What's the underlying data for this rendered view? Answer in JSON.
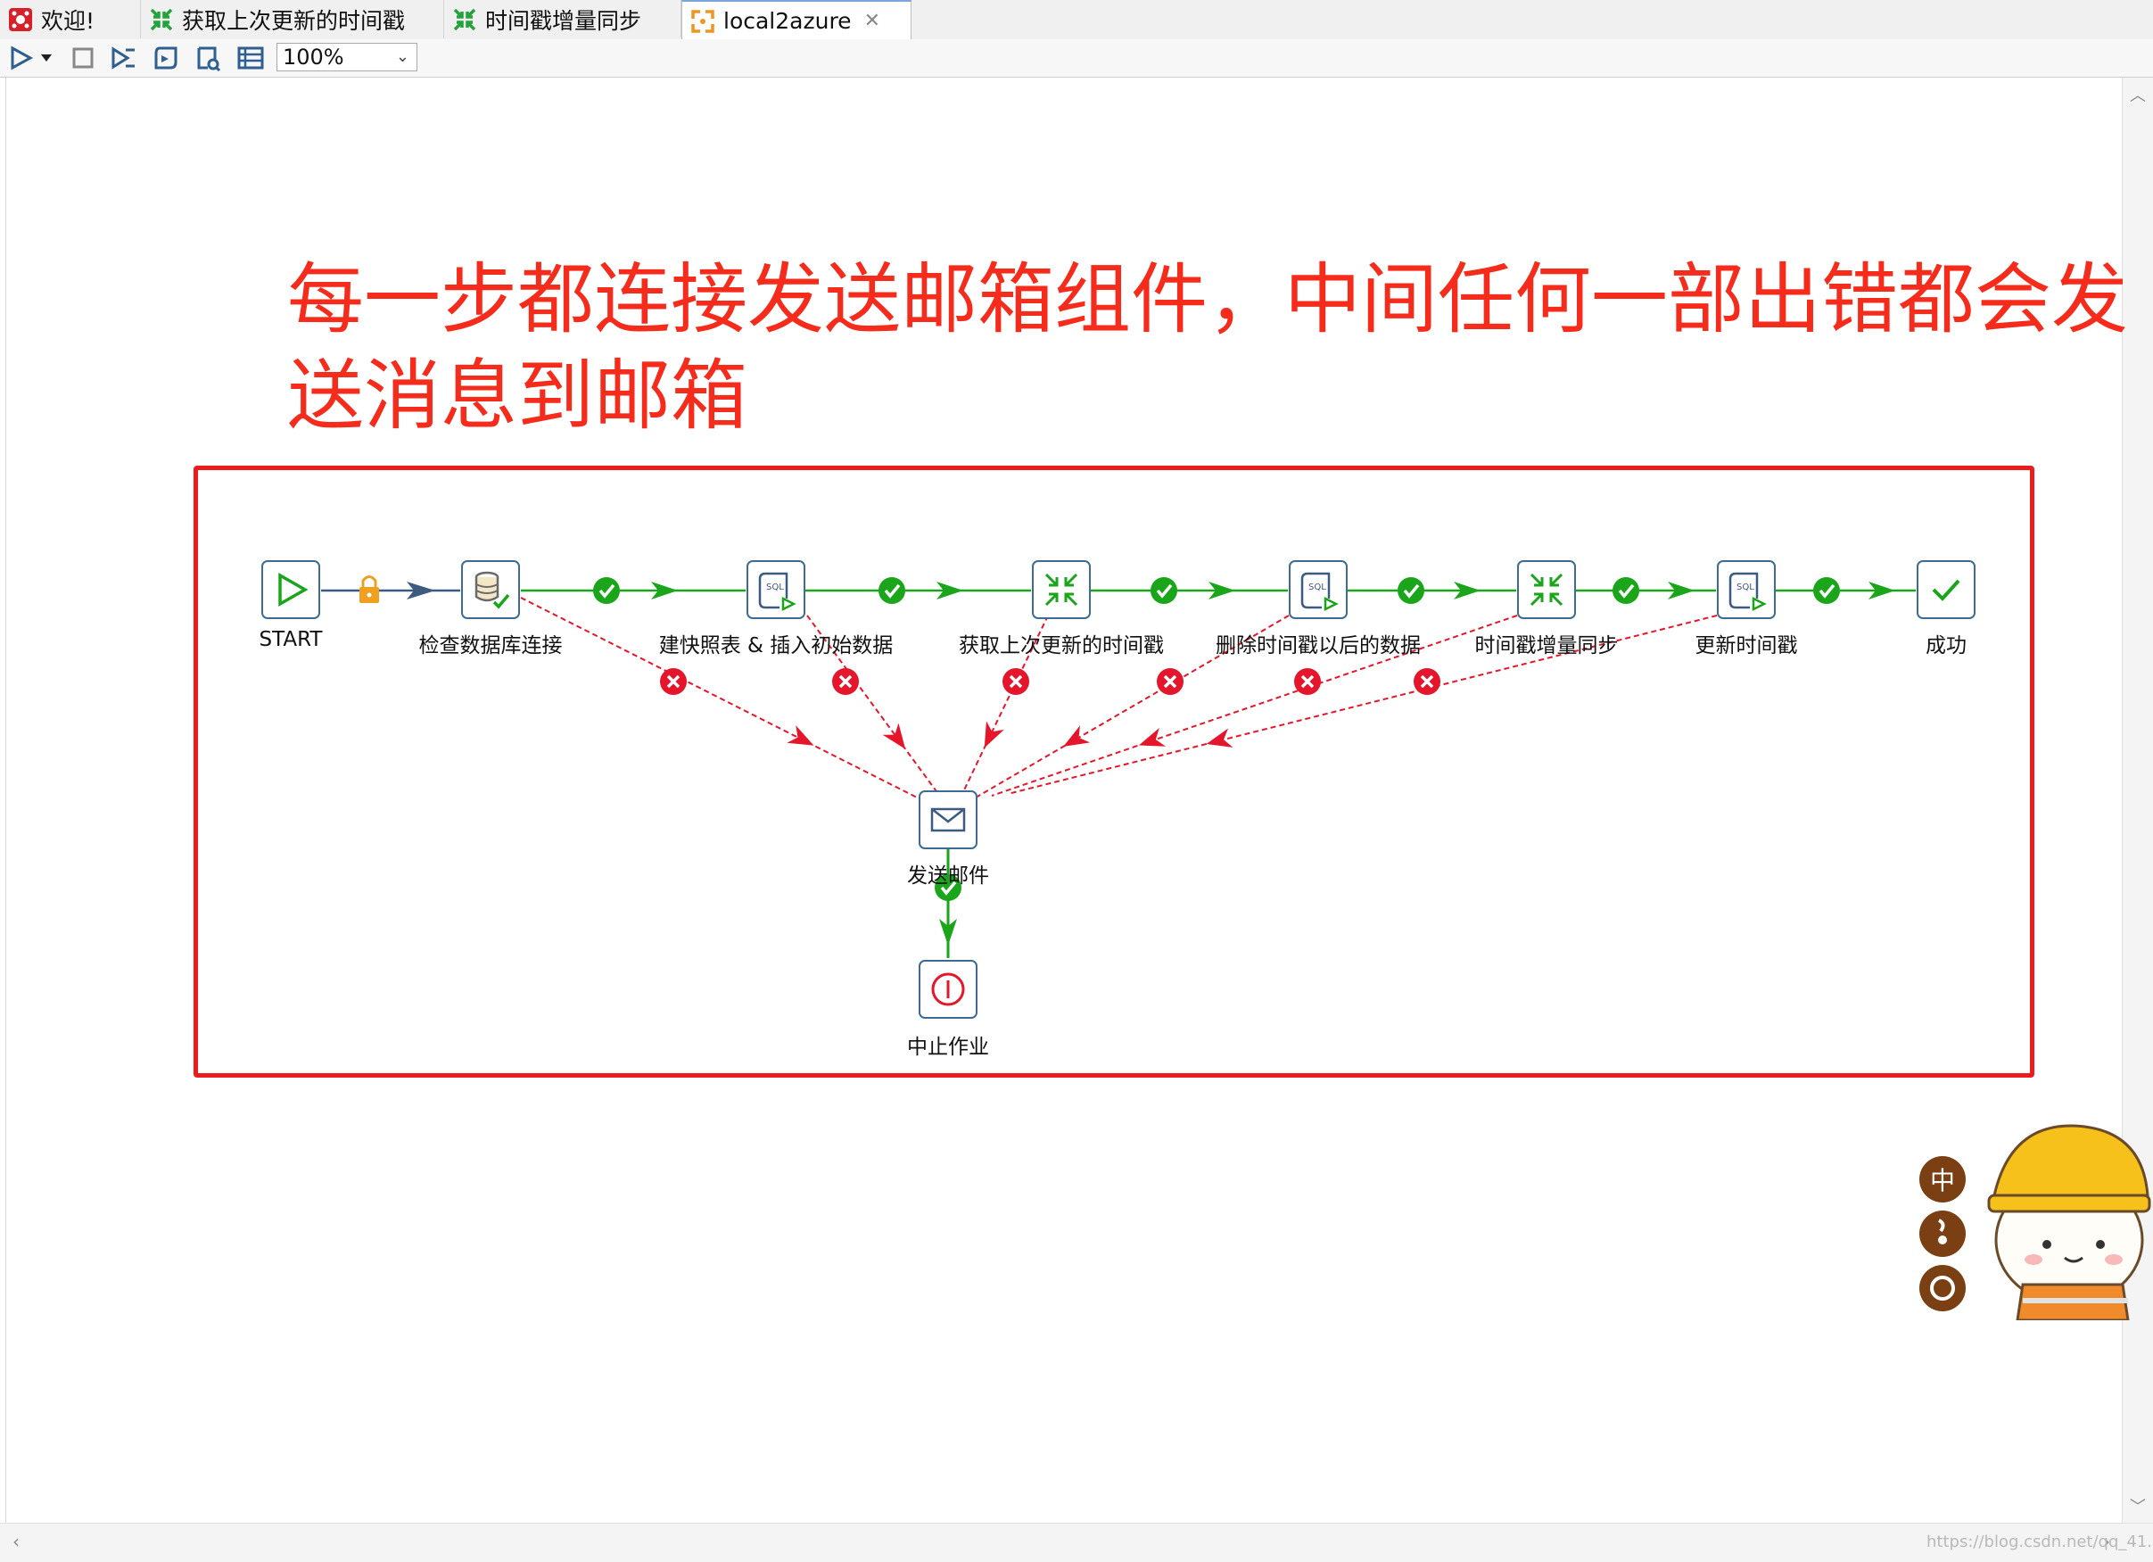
{
  "tabs": [
    {
      "label": "欢迎!",
      "icon": "kettle-logo-icon"
    },
    {
      "label": "获取上次更新的时间戳",
      "icon": "transformation-icon"
    },
    {
      "label": "时间戳增量同步",
      "icon": "transformation-icon"
    },
    {
      "label": "local2azure",
      "icon": "job-icon",
      "active": true,
      "close": "✕"
    }
  ],
  "toolbar": {
    "buttons": [
      "run-icon",
      "run-dropdown-icon",
      "stop-icon",
      "preview-icon",
      "debug-icon",
      "sql-icon",
      "explore-db-icon"
    ],
    "zoom": "100%"
  },
  "annotation": {
    "line1": "每一步都连接发送邮箱组件，中间任何一部出错都会发",
    "line2": "送消息到邮箱",
    "color": "#f52b1c"
  },
  "flow": {
    "nodes": [
      {
        "id": "start",
        "label": "START",
        "type": "start"
      },
      {
        "id": "checkdb",
        "label": "检查数据库连接",
        "type": "db-check"
      },
      {
        "id": "createtable",
        "label": "建快照表 & 插入初始数据",
        "type": "sql"
      },
      {
        "id": "getts",
        "label": "获取上次更新的时间戳",
        "type": "transform"
      },
      {
        "id": "deldata",
        "label": "删除时间戳以后的数据",
        "type": "sql"
      },
      {
        "id": "sync",
        "label": "时间戳增量同步",
        "type": "transform"
      },
      {
        "id": "updatets",
        "label": "更新时间戳",
        "type": "sql"
      },
      {
        "id": "success",
        "label": "成功",
        "type": "success"
      },
      {
        "id": "mail",
        "label": "发送邮件",
        "type": "mail"
      },
      {
        "id": "abort",
        "label": "中止作业",
        "type": "abort"
      }
    ],
    "colors": {
      "ok": "#1aa51a",
      "error": "#e5152b",
      "unconditional": "#3d5a80",
      "lock": "#f0a020"
    }
  },
  "watermark": "https://blog.csdn.net/qq_41..."
}
